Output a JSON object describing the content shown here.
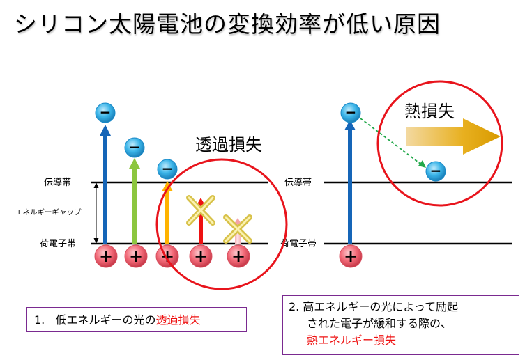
{
  "title": "シリコン太陽電池の変換効率が低い原因",
  "labels": {
    "conduction_band_left": "伝導帯",
    "conduction_band_right": "伝導帯",
    "valence_band_left": "荷電子帯",
    "valence_band_right": "荷電子帯",
    "band_gap": "エネルギーギャップ",
    "transmission_loss": "透過損失",
    "thermal_loss": "熱損失",
    "electron_symbol": "−",
    "hole_symbol": "+"
  },
  "notes": {
    "note1_number": "1.",
    "note1_text": "低エネルギーの光の",
    "note1_highlight": "透過損失",
    "note2_number": "2.",
    "note2_line1": "高エネルギーの光によって励起",
    "note2_line2": "された電子が緩和する際の、",
    "note2_highlight": "熱エネルギー損失"
  },
  "colors": {
    "circle_red": "#e8141c",
    "arrow_blue": "#1565b8",
    "arrow_green": "#8cc63f",
    "arrow_orange": "#ffb300",
    "arrow_red": "#ee1111",
    "arrow_pink": "#f4a3a8",
    "hole_fill": "#f26a78",
    "electron_fill": "#3ab4e8",
    "box_border": "#7a2a90",
    "thermal_arrow": "#e8a600"
  }
}
